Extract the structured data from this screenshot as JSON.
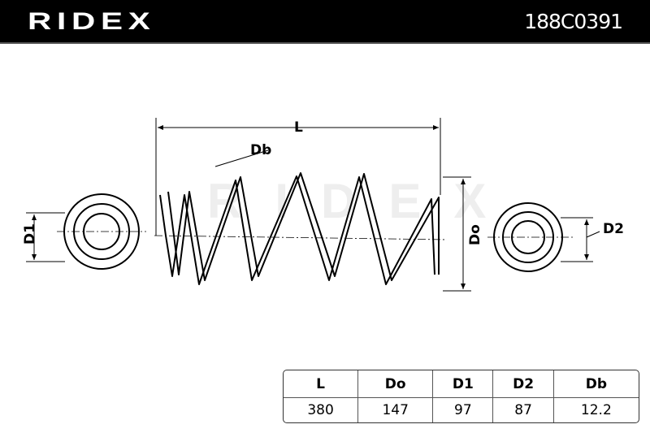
{
  "header": {
    "brand": "RIDEX",
    "part_number": "188C0391"
  },
  "diagram": {
    "labels": {
      "length": "L",
      "bar_diameter": "Db",
      "outer_diameter": "Do",
      "end_diameter_1": "D1",
      "end_diameter_2": "D2"
    }
  },
  "spec_table": {
    "headers": [
      "L",
      "Do",
      "D1",
      "D2",
      "Db"
    ],
    "values": [
      "380",
      "147",
      "97",
      "87",
      "12.2"
    ]
  }
}
